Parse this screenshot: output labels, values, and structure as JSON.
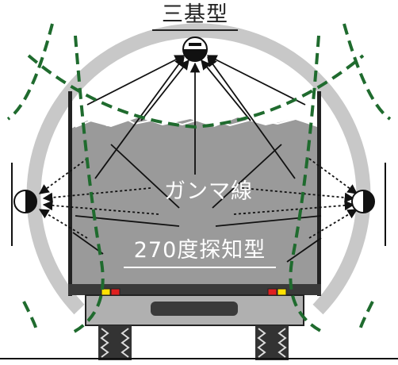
{
  "labels": {
    "top": "三基型",
    "center": "ガンマ線",
    "bottom": "270度探知型"
  },
  "detectors": [
    {
      "position": "top",
      "icon": "gamma-detector-icon"
    },
    {
      "position": "left",
      "icon": "gamma-detector-icon"
    },
    {
      "position": "right",
      "icon": "gamma-detector-icon"
    }
  ],
  "colors": {
    "ring": "#c8c8c8",
    "cargo": "#9a9a9a",
    "coverage": "#1f6b2e",
    "truck": "#3a3a3a",
    "lamp_red": "#e02020",
    "lamp_yellow": "#ffe000"
  }
}
